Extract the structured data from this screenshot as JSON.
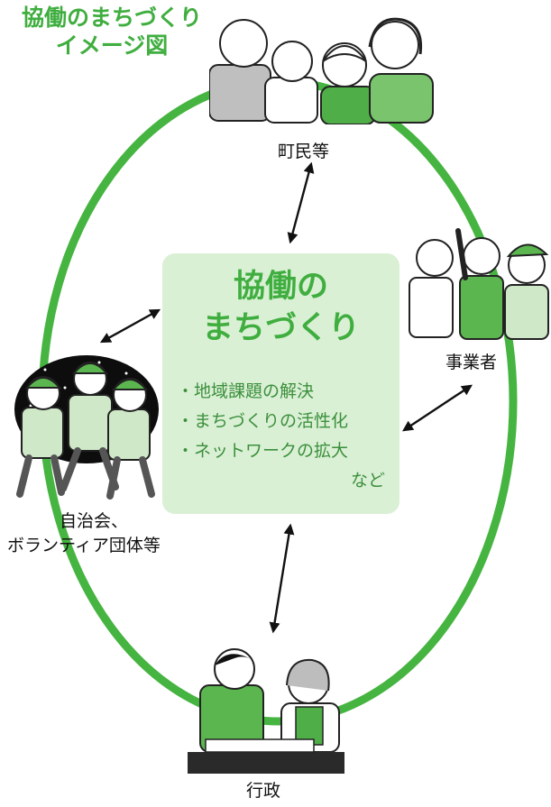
{
  "diagram": {
    "title_lines": [
      "協働のまちづくり",
      "イメージ図"
    ],
    "center": {
      "title_lines": [
        "協働の",
        "まちづくり"
      ],
      "items": [
        "・地域課題の解決",
        "・まちづくりの活性化",
        "・ネットワークの拡大"
      ],
      "footer": "など"
    },
    "nodes": {
      "residents": "町民等",
      "business": "事業者",
      "community_line1": "自治会、",
      "community_line2": "ボランティア団体等",
      "government": "行政"
    },
    "colors": {
      "ring": "#46b440",
      "center_bg": "#d9f0d5",
      "title": "#3fae3f",
      "arrow": "#111111"
    }
  }
}
